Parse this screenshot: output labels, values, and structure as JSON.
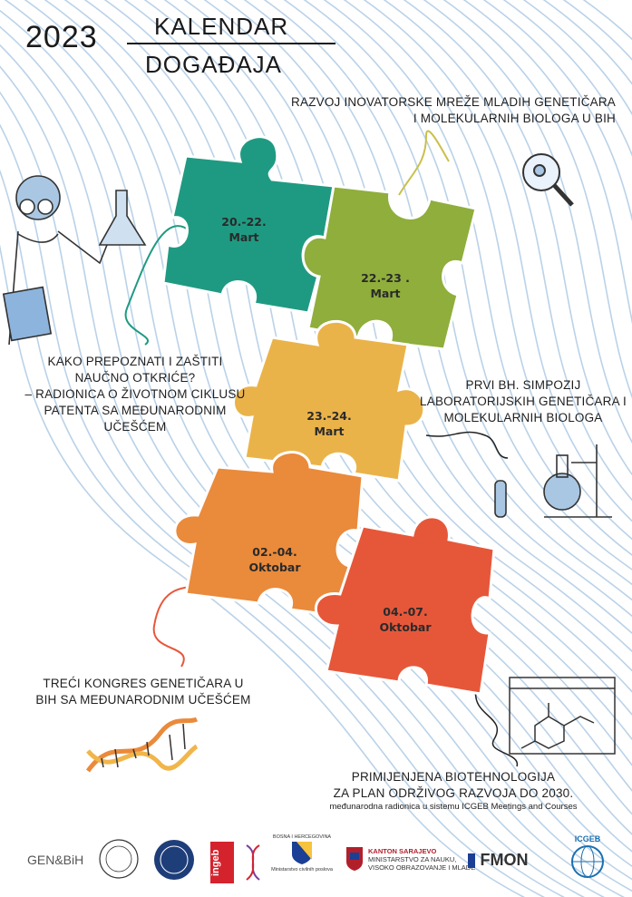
{
  "header": {
    "year": "2023",
    "title_line1": "KALENDAR",
    "title_line2": "DOGAĐAJA"
  },
  "events": [
    {
      "lines": [
        "RAZVOJ INOVATORSKE MREŽE MLADIH GENETIČARA",
        "I MOLEKULARNIH BIOLOGA U BIH"
      ]
    },
    {
      "lines": [
        "KAKO PREPOZNATI I ZAŠTITI",
        "NAUČNO OTKRIĆE?",
        "– RADIONICA O ŽIVOTNOM CIKLUSU",
        "PATENTA SA MEĐUNARODNIM",
        "UČEŠĆEM"
      ]
    },
    {
      "lines": [
        "PRVI BH. SIMPOZIJ",
        "LABORATORIJSKIH GENETIČARA I",
        "MOLEKULARNIH BIOLOGA"
      ]
    },
    {
      "lines": [
        "TREĆI KONGRES GENETIČARA U",
        "BIH SA MEĐUNARODNIM UČEŠĆEM"
      ]
    },
    {
      "lines": [
        "PRIMIJENJENA BIOTEHNOLOGIJA",
        "ZA PLAN ODRŽIVOG RAZVOJA DO 2030."
      ],
      "subtitle": "međunarodna radionica u sistemu ICGEB Meetings and Courses"
    }
  ],
  "puzzle": [
    {
      "date": "20.-22.",
      "month": "Mart",
      "color": "#1f9a82"
    },
    {
      "date": "22.-23 .",
      "month": "Mart",
      "color": "#8fae3c"
    },
    {
      "date": "23.-24.",
      "month": "Mart",
      "color": "#eab34a"
    },
    {
      "date": "02.-04.",
      "month": "Oktobar",
      "color": "#ea8a3b"
    },
    {
      "date": "04.-07.",
      "month": "Oktobar",
      "color": "#e6573a"
    }
  ],
  "logos": {
    "gen_bih": "GEN&BiH",
    "ingeb": "ingeb",
    "bih_line1": "BOSNA I HERCEGOVINA",
    "bih_line2": "Ministarstvo civilnih poslova",
    "ks_line1": "KANTON SARAJEVO",
    "ks_line2": "MINISTARSTVO ZA NAUKU,",
    "ks_line3": "VISOKO OBRAZOVANJE I MLADE",
    "fmon": "FMON",
    "icgeb": "ICGEB"
  },
  "colors": {
    "wave": "#a9c7e2",
    "teal": "#1f9a82",
    "olive": "#8fae3c",
    "yellow": "#eab34a",
    "orange": "#ea8a3b",
    "red": "#e6573a"
  }
}
